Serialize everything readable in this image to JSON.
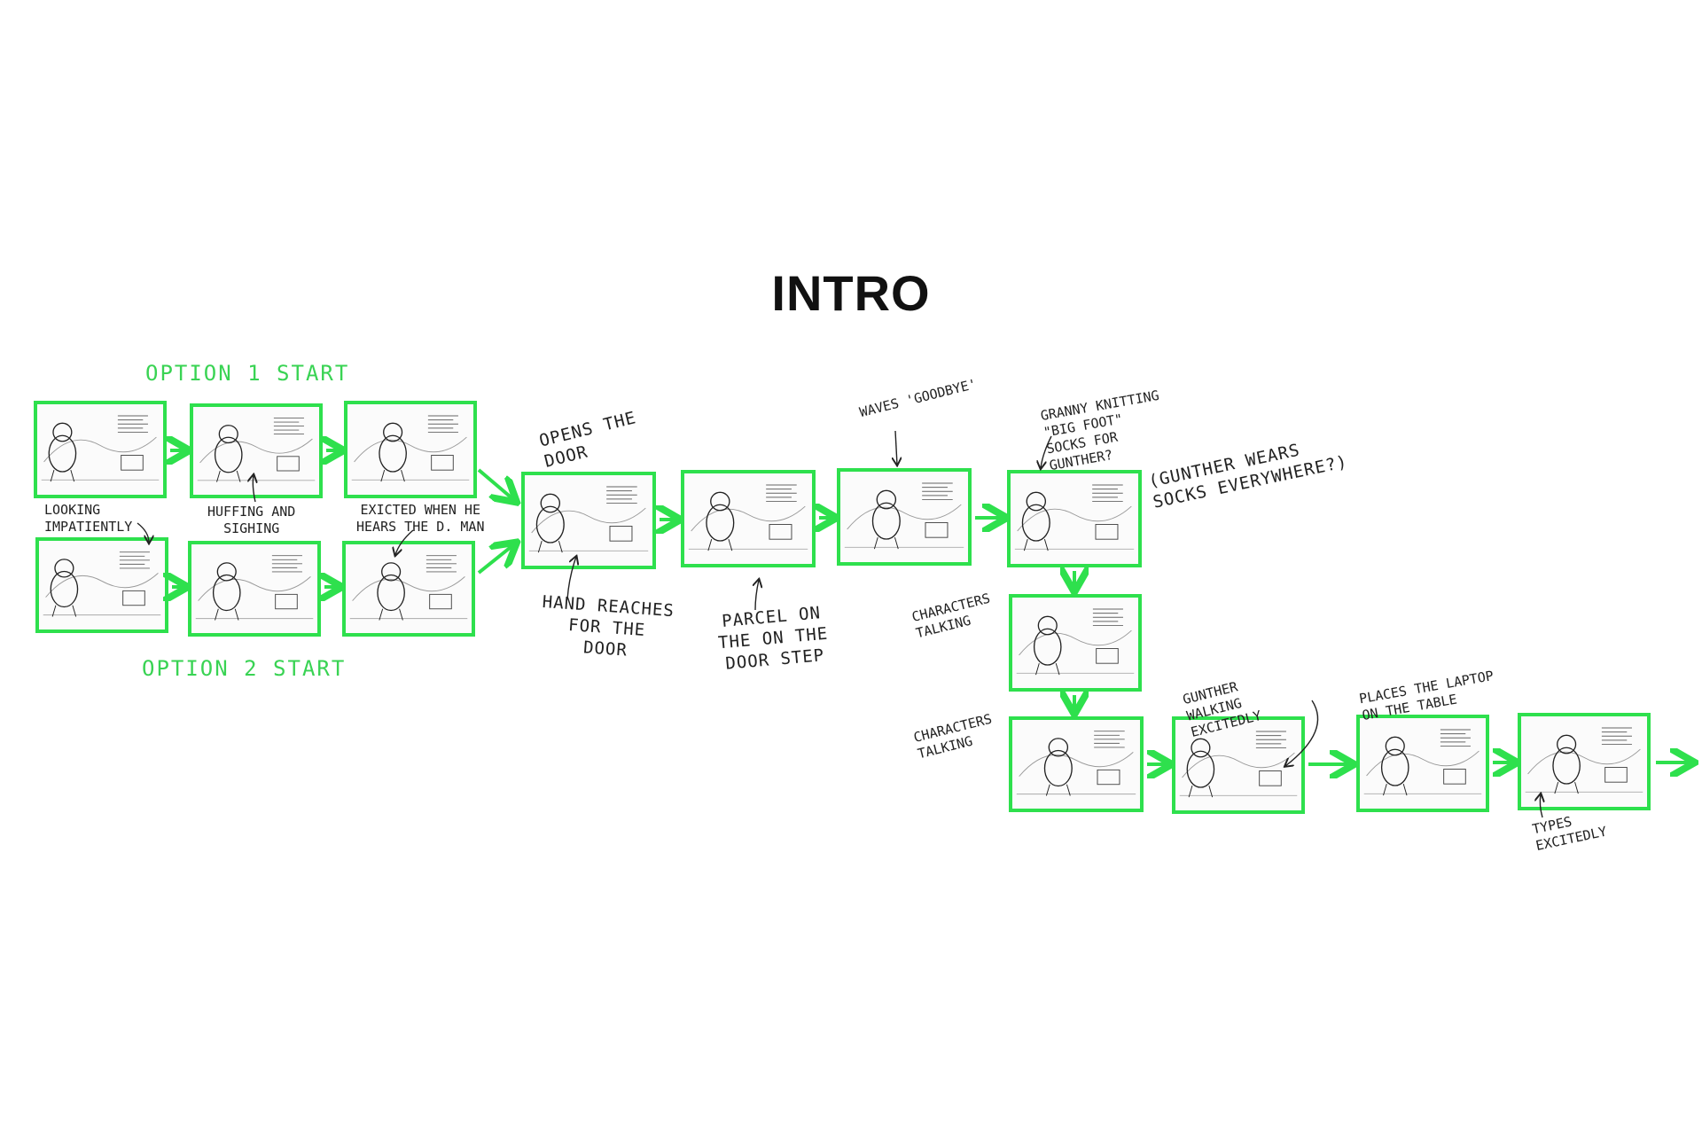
{
  "title": "INTRO",
  "accent_color": "#2ee04d",
  "option1_label": "OPTION 1   START",
  "option2_label": "OPTION 2   START",
  "panels": [
    {
      "id": "p1",
      "desc_icon": "yeti-sketch"
    },
    {
      "id": "p2",
      "desc_icon": "yeti-sketch"
    },
    {
      "id": "p3",
      "desc_icon": "yeti-sketch"
    },
    {
      "id": "p4",
      "desc_icon": "yeti-sketch"
    },
    {
      "id": "p5",
      "desc_icon": "yeti-sketch"
    },
    {
      "id": "p6",
      "desc_icon": "yeti-sketch"
    },
    {
      "id": "p7",
      "desc_icon": "door-sketch"
    },
    {
      "id": "p8",
      "desc_icon": "parcel-sketch"
    },
    {
      "id": "p9",
      "desc_icon": "wave-sketch"
    },
    {
      "id": "p10",
      "desc_icon": "granny-sketch"
    },
    {
      "id": "p11",
      "desc_icon": "granny-sketch"
    },
    {
      "id": "p12",
      "desc_icon": "granny-sketch"
    },
    {
      "id": "p13",
      "desc_icon": "granny-sketch"
    },
    {
      "id": "p14",
      "desc_icon": "laptop-sketch"
    },
    {
      "id": "p15",
      "desc_icon": "laptop-sketch"
    }
  ],
  "annotations": {
    "looking": "LOOKING\nIMPATIENTLY",
    "huffing": "HUFFING AND\nSIGHING",
    "excited": "EXICTED WHEN HE\nHEARS THE D. MAN",
    "opens": "OPENS THE\nDOOR",
    "hand": "HAND REACHES\nFOR THE\nDOOR",
    "parcel": "PARCEL ON\nTHE ON THE\nDOOR STEP",
    "waves": "WAVES 'GOODBYE'",
    "granny": "GRANNY KNITTING\n\"BIG FOOT\"\nSOCKS FOR\nGUNTHER?",
    "gunther_socks": "(GUNTHER WEARS\nSOCKS EVERYWHERE?)",
    "talking1": "CHARACTERS\nTALKING",
    "talking2": "CHARACTERS\nTALKING",
    "walking": "GUNTHER\nWALKING\nEXCITEDLY",
    "places": "PLACES THE LAPTOP\nON THE TABLE",
    "types": "TYPES\nEXCITEDLY"
  }
}
